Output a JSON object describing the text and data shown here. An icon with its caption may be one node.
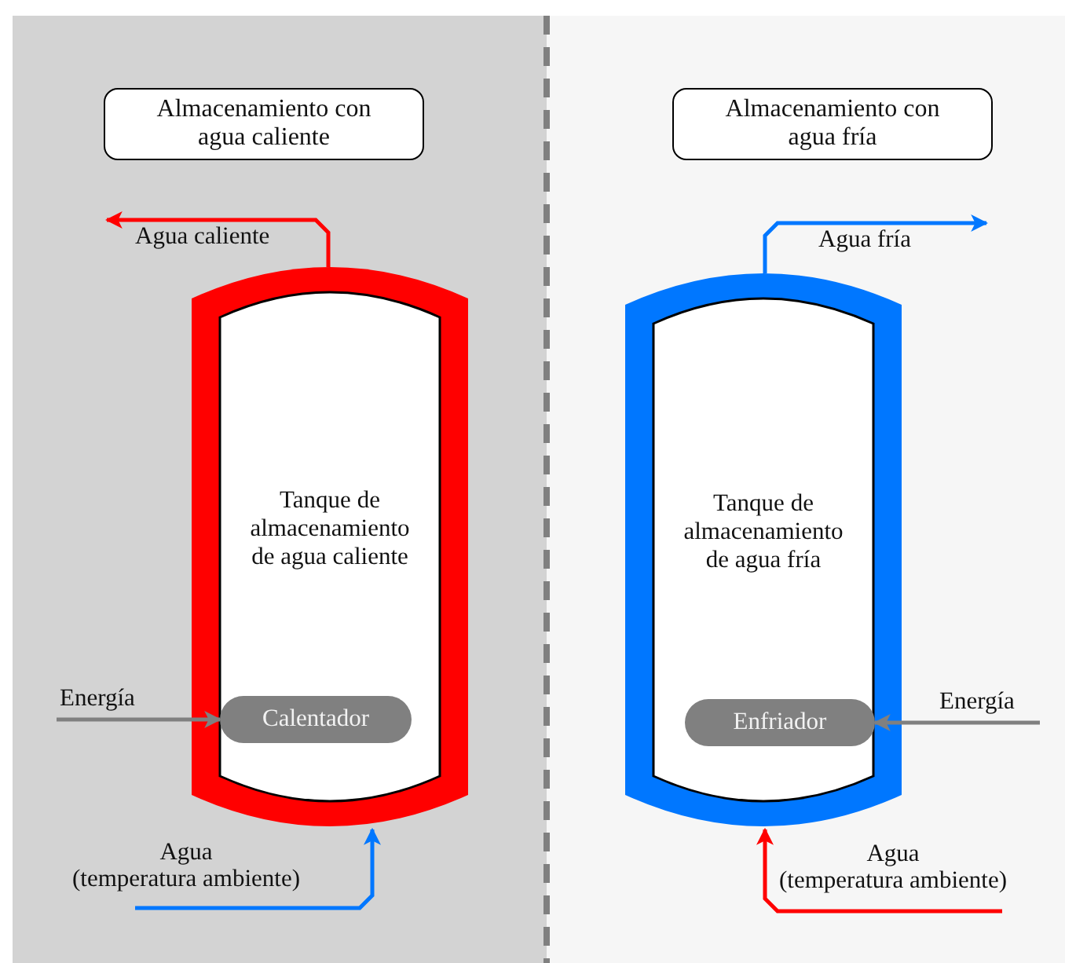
{
  "diagram": {
    "nodes": [
      {
        "text": [
          "Almacenamiento con agua caliente"
        ]
      },
      {
        "text": [
          "Tanque de almacenamiento de agua caliente"
        ]
      },
      {
        "text": [
          "Calentador"
        ],
        "in": 1
      },
      {
        "text": [
          "Almacenamiento con agua fría"
        ]
      },
      {
        "text": [
          "Tanque de almacenamiento de agua fría"
        ]
      },
      {
        "text": [
          "Enfriador"
        ],
        "in": 4
      }
    ],
    "edges": [
      {
        "from": 1,
        "to": null,
        "arrow": "to",
        "label": "Agua caliente",
        "color": "#ff0000"
      },
      {
        "from": null,
        "to": 2,
        "arrow": "to",
        "label": "Energía",
        "color": "#808080"
      },
      {
        "from": null,
        "to": 1,
        "arrow": "to",
        "label": "Agua (temperatura ambiente)",
        "color": "#0077ff"
      },
      {
        "from": 4,
        "to": null,
        "arrow": "to",
        "label": "Agua fría",
        "color": "#0077ff"
      },
      {
        "from": null,
        "to": 5,
        "arrow": "to",
        "label": "Energía",
        "color": "#808080"
      },
      {
        "from": null,
        "to": 4,
        "arrow": "to",
        "label": "Agua (temperatura ambiente)",
        "color": "#ff0000"
      }
    ]
  }
}
